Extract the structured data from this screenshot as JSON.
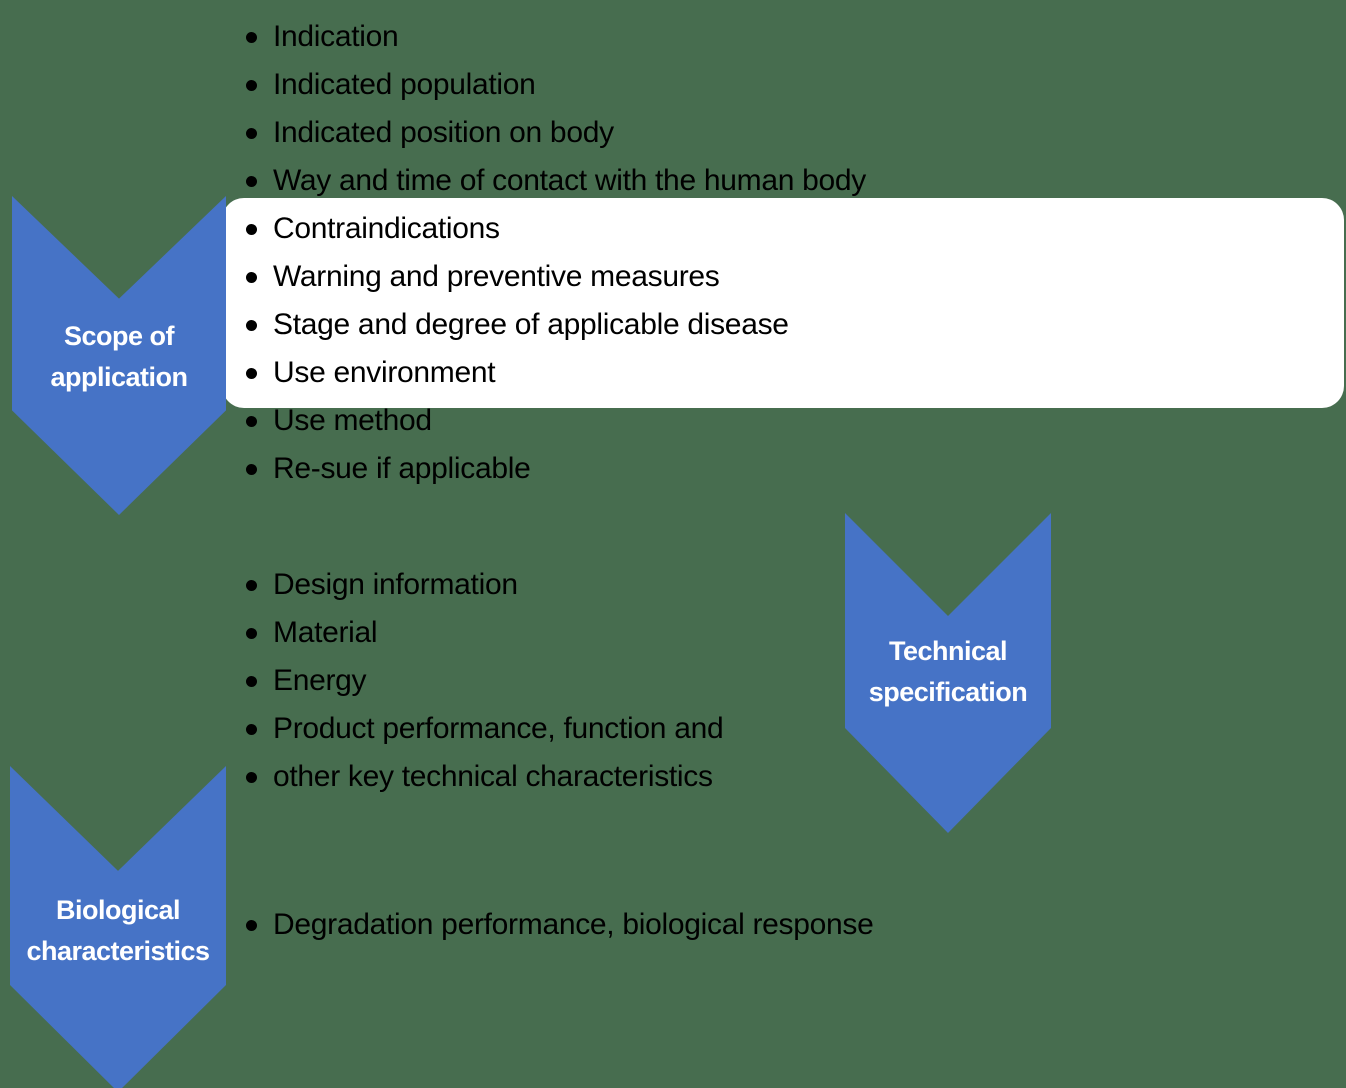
{
  "colors": {
    "background": "#476D4F",
    "chevron": "#4673C6",
    "chevron_text": "#FFFFFF",
    "list_text": "#000000",
    "highlight": "#FFFFFF"
  },
  "chevrons": [
    {
      "id": "scope-of-application",
      "line1": "Scope of",
      "line2": "application"
    },
    {
      "id": "technical-specification",
      "line1": "Technical",
      "line2": "specification"
    },
    {
      "id": "biological-characteristics",
      "line1": "Biological",
      "line2": "characteristics"
    }
  ],
  "lists": {
    "scope": {
      "items": [
        "Indication",
        "Indicated population",
        "Indicated position on body",
        "Way and time of contact with the human body",
        "Contraindications",
        "Warning and preventive measures",
        "Stage and degree of applicable disease",
        "Use environment",
        "Use method",
        "Re-sue if applicable"
      ]
    },
    "technical": {
      "items": [
        "Design information",
        "Material",
        "Energy",
        "Product performance, function and",
        "other key technical characteristics"
      ]
    },
    "biological": {
      "items": [
        "Degradation performance, biological response"
      ]
    }
  }
}
